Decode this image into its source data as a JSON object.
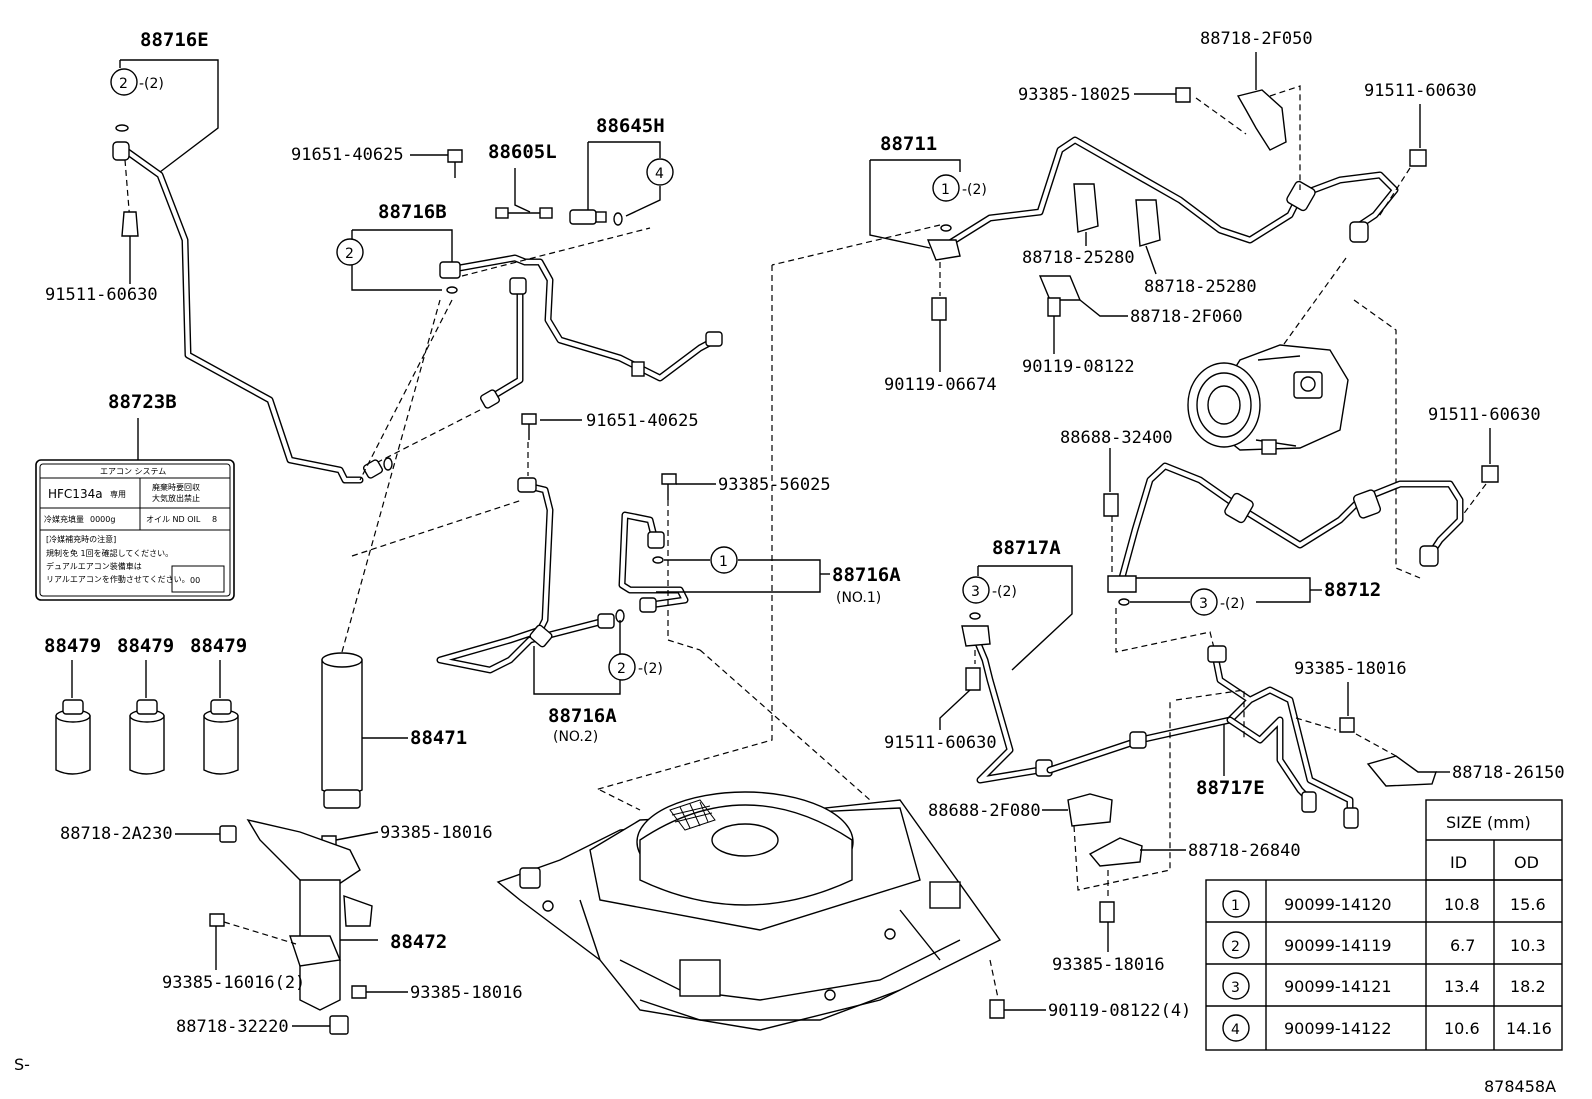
{
  "labels": {
    "p88716E": "88716E",
    "p88716E_qty": "-(2)",
    "p91511_60630_a": "91511-60630",
    "p91651_40625_a": "91651-40625",
    "p88605L": "88605L",
    "p88645H": "88645H",
    "p88716B": "88716B",
    "p88723B": "88723B",
    "p88479_a": "88479",
    "p88479_b": "88479",
    "p88479_c": "88479",
    "p88471": "88471",
    "p91651_40625_b": "91651-40625",
    "p93385_56025": "93385-56025",
    "p88716A_1": "88716A",
    "p88716A_1_sub": "(NO.1)",
    "p88716A_2": "88716A",
    "p88716A_2_sub": "(NO.2)",
    "p88716A_2_qty": "-(2)",
    "p88711": "88711",
    "p88711_qty": "-(2)",
    "p88718_2F050": "88718-2F050",
    "p93385_18025": "93385-18025",
    "p91511_60630_b": "91511-60630",
    "p88718_25280_a": "88718-25280",
    "p88718_25280_b": "88718-25280",
    "p88718_2F060": "88718-2F060",
    "p90119_06674": "90119-06674",
    "p90119_08122": "90119-08122",
    "p91511_60630_c": "91511-60630",
    "p88688_32400": "88688-32400",
    "p88717A": "88717A",
    "p88717A_qty": "-(2)",
    "p88712": "88712",
    "p88712_qty": "-(2)",
    "p91511_60630_d": "91511-60630",
    "p93385_18016_a": "93385-18016",
    "p88718_26150": "88718-26150",
    "p88717E": "88717E",
    "p88688_2F080": "88688-2F080",
    "p88718_26840": "88718-26840",
    "p93385_18016_b": "93385-18016",
    "p90119_08122_4": "90119-08122(4)",
    "p88718_2A230": "88718-2A230",
    "p93385_18016_c": "93385-18016",
    "p88472": "88472",
    "p93385_16016_2": "93385-16016(2)",
    "p93385_18016_d": "93385-18016",
    "p88718_32220": "88718-32220",
    "footer_left": "S-",
    "footer_right": "878458A"
  },
  "label_sticker": {
    "title": "エアコン システム",
    "refrigerant": "HFC134a",
    "refrigerant_note": "専用",
    "warning": [
      "廃棄時要回収",
      "大気放出禁止"
    ],
    "charge_label": "冷媒充填量",
    "charge_value": "0000g",
    "oil_label": "オイル ND OIL",
    "oil_value": "8",
    "notes_title": "[冷媒補充時の注意]",
    "notes": [
      "規制を免 1回を確認してください。",
      "デュアルエアコン装備車は",
      "リアルエアコンを作動させてください。"
    ],
    "code": "00"
  },
  "circled_numbers": {
    "c1": "1",
    "c2": "2",
    "c3": "3",
    "c4": "4"
  },
  "size_table": {
    "header": "SIZE (mm)",
    "col_id": "ID",
    "col_od": "OD",
    "rows": [
      {
        "ref": "1",
        "part": "90099-14120",
        "id": "10.8",
        "od": "15.6"
      },
      {
        "ref": "2",
        "part": "90099-14119",
        "id": "6.7",
        "od": "10.3"
      },
      {
        "ref": "3",
        "part": "90099-14121",
        "id": "13.4",
        "od": "18.2"
      },
      {
        "ref": "4",
        "part": "90099-14122",
        "id": "10.6",
        "od": "14.16"
      }
    ]
  }
}
